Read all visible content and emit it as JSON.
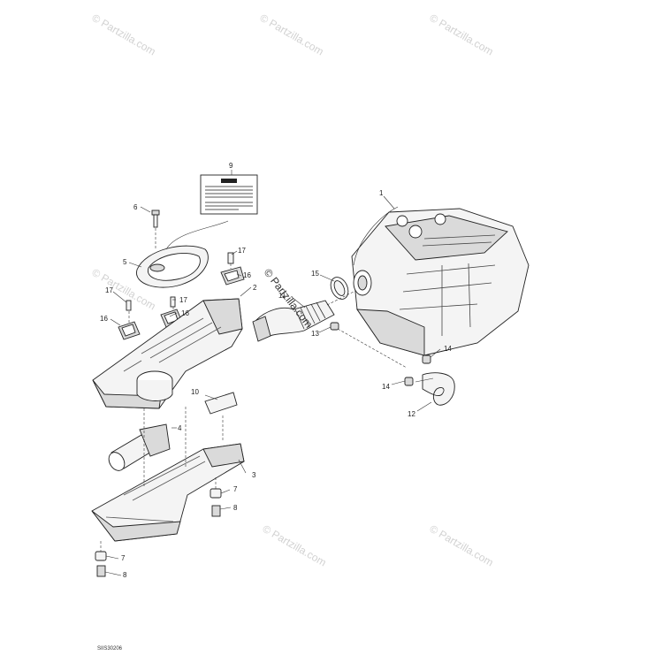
{
  "watermark": "© Partzilla.com",
  "figure_id": "SIIS30206",
  "callouts": {
    "c1": "1",
    "c2": "2",
    "c3": "3",
    "c4": "4",
    "c5": "5",
    "c6": "6",
    "c7a": "7",
    "c7b": "7",
    "c8a": "8",
    "c8b": "8",
    "c9": "9",
    "c10": "10",
    "c11": "11",
    "c12": "12",
    "c13": "13",
    "c14a": "14",
    "c14b": "14",
    "c15": "15",
    "c16a": "16",
    "c16b": "16",
    "c16c": "16",
    "c17a": "17",
    "c17b": "17",
    "c17c": "17"
  }
}
